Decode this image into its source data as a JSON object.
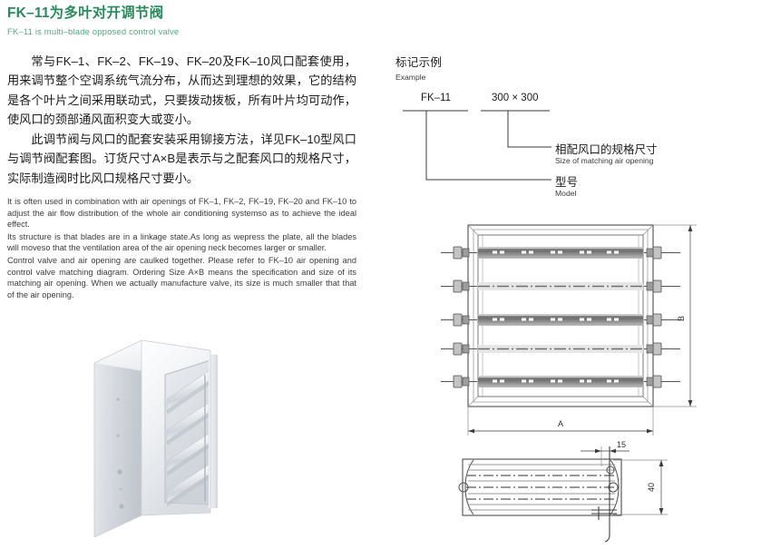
{
  "title": {
    "cn": "FK–11为多叶对开调节阀",
    "en": "FK–11 is multi–blade opposed control valve",
    "color": "#2a8a5c"
  },
  "body_cn": [
    "常与FK–1、FK–2、FK–19、FK–20及FK–10风口配套使用，用来调节整个空调系统气流分布，从而达到理想的效果，它的结构是各个叶片之间采用联动式，只要拨动拨板，所有叶片均可动作，使风口的颈部通风面积变大或变小。",
    "此调节阀与风口的配套安装采用铆接方法，详见FK–10型风口与调节阀配套图。订货尺寸A×B是表示与之配套风口的规格尺寸，实际制造阀时比风口规格尺寸要小。"
  ],
  "body_en": [
    "It is often used in combination with air openings of FK–1, FK–2, FK–19, FK–20 and FK–10 to adjust the air flow distribution of the whole air conditioning systemso as to achieve the ideal effect.",
    "Its structure is that blades are in a linkage state.As long as wepress the plate, all the blades will moveso that the ventilation area of the air opening neck becomes larger or smaller.",
    "Control valve and air opening are caulked together. Please refer to FK–10 air opening and control valve matching diagram. Ordering Size A×B means the specification and size of its matching air opening. When we actually manufacture valve, its size is much smaller that that of the air opening."
  ],
  "marking": {
    "heading_cn": "标记示例",
    "heading_en": "Example",
    "code_model": "FK–11",
    "code_size": "300 × 300",
    "callout_size_cn": "相配风口的规格尺寸",
    "callout_size_en": "Size of matching air opening",
    "callout_model_cn": "型号",
    "callout_model_en": "Model"
  },
  "drawing": {
    "front_width_label": "A",
    "front_height_label": "B",
    "side_depth_label": "15",
    "side_height_label": "40",
    "blade_count": 5,
    "line_color": "#555555"
  },
  "photo": {
    "alt": "FK-11 multi-blade opposed control valve aluminium damper"
  }
}
